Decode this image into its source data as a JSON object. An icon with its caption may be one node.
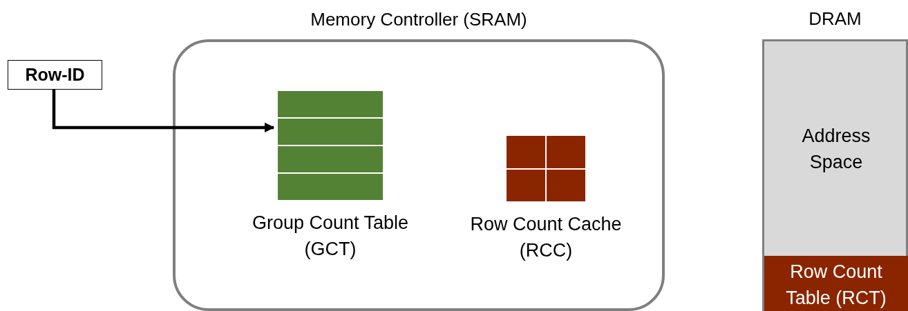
{
  "diagram": {
    "nodes": [
      {
        "text": [
          "Row-ID"
        ]
      },
      {
        "text": [
          "Memory Controller (SRAM)"
        ]
      },
      {
        "text": [
          "Group Count Table (GCT)"
        ],
        "in": 1
      },
      {
        "text": [
          "Row Count Cache (RCC)"
        ],
        "in": 1
      },
      {
        "text": [
          "DRAM"
        ]
      },
      {
        "text": [
          "Address Space"
        ],
        "in": 4
      },
      {
        "text": [
          "Row Count Table (RCT)"
        ],
        "in": 4
      }
    ],
    "edges": [
      {
        "from": 0,
        "to": 2,
        "arrow": "to"
      }
    ]
  }
}
